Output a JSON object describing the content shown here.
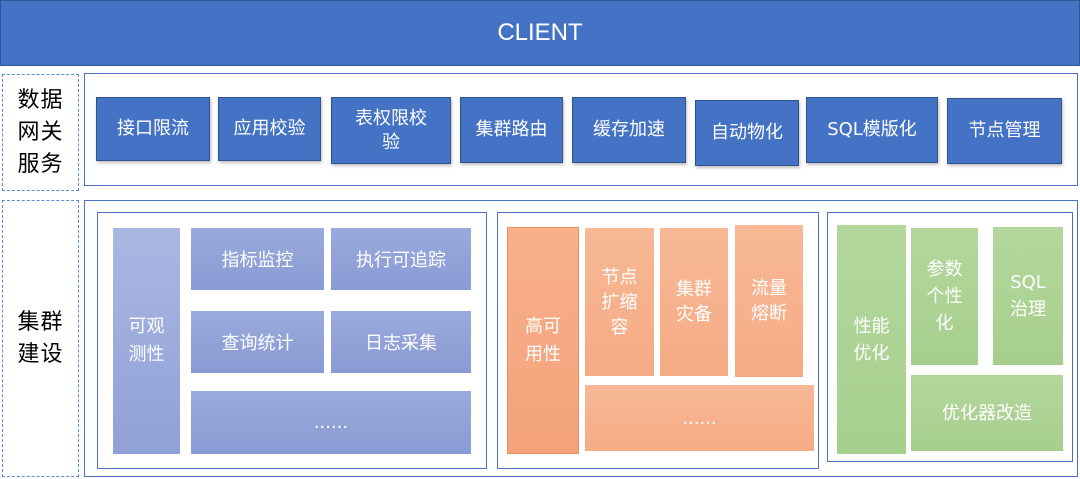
{
  "header": {
    "title": "CLIENT"
  },
  "gateway": {
    "label": "数据\n网关\n服务",
    "items": [
      "接口限流",
      "应用校验",
      "表权限校\n验",
      "集群路由",
      "缓存加速",
      "自动物化",
      "SQL模版化",
      "节点管理"
    ]
  },
  "cluster": {
    "label": "集群\n建设",
    "observability": {
      "title": "可观\n测性",
      "items": [
        "指标监控",
        "执行可追踪",
        "查询统计",
        "日志采集",
        "......"
      ]
    },
    "high_availability": {
      "title": "高可\n用性",
      "items": [
        "节点\n扩缩\n容",
        "集群\n灾备",
        "流量\n熔断",
        "......"
      ]
    },
    "performance": {
      "title": "性能\n优化",
      "items": [
        "参数\n个性\n化",
        "SQL\n治理",
        "优化器改造"
      ]
    },
    "colors": {
      "observability": "#8fa1d8",
      "high_availability": "#f5ab84",
      "performance": "#a6cf8d",
      "gateway": "#4472c4"
    }
  }
}
